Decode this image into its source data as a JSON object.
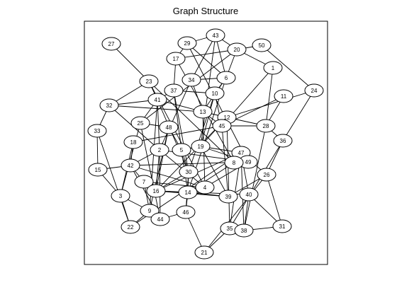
{
  "title": "Graph Structure",
  "nodes": [
    "27",
    "29",
    "43",
    "50",
    "20",
    "17",
    "1",
    "23",
    "34",
    "6",
    "37",
    "10",
    "11",
    "24",
    "32",
    "41",
    "13",
    "12",
    "28",
    "33",
    "25",
    "48",
    "45",
    "18",
    "2",
    "5",
    "19",
    "36",
    "47",
    "49",
    "15",
    "42",
    "30",
    "26",
    "7",
    "3",
    "16",
    "14",
    "39",
    "40",
    "9",
    "46",
    "44",
    "22",
    "35",
    "38",
    "31",
    "21",
    "4",
    "8"
  ],
  "edges": [
    [
      "27",
      "23"
    ],
    [
      "29",
      "17"
    ],
    [
      "29",
      "49"
    ],
    [
      "43",
      "29"
    ],
    [
      "43",
      "20"
    ],
    [
      "43",
      "6"
    ],
    [
      "43",
      "34"
    ],
    [
      "43",
      "19"
    ],
    [
      "50",
      "24"
    ],
    [
      "50",
      "20"
    ],
    [
      "20",
      "17"
    ],
    [
      "20",
      "1"
    ],
    [
      "20",
      "6"
    ],
    [
      "20",
      "25"
    ],
    [
      "17",
      "37"
    ],
    [
      "17",
      "8"
    ],
    [
      "23",
      "41"
    ],
    [
      "23",
      "32"
    ],
    [
      "23",
      "8"
    ],
    [
      "34",
      "13"
    ],
    [
      "34",
      "6"
    ],
    [
      "34",
      "2"
    ],
    [
      "6",
      "10"
    ],
    [
      "6",
      "14"
    ],
    [
      "6",
      "13"
    ],
    [
      "37",
      "10"
    ],
    [
      "37",
      "5"
    ],
    [
      "37",
      "41"
    ],
    [
      "37",
      "30"
    ],
    [
      "10",
      "19"
    ],
    [
      "10",
      "30"
    ],
    [
      "10",
      "45"
    ],
    [
      "11",
      "28"
    ],
    [
      "11",
      "45"
    ],
    [
      "24",
      "36"
    ],
    [
      "24",
      "12"
    ],
    [
      "32",
      "41"
    ],
    [
      "32",
      "33"
    ],
    [
      "32",
      "2"
    ],
    [
      "32",
      "13"
    ],
    [
      "41",
      "2"
    ],
    [
      "41",
      "30"
    ],
    [
      "41",
      "9"
    ],
    [
      "41",
      "13"
    ],
    [
      "13",
      "12"
    ],
    [
      "13",
      "45"
    ],
    [
      "13",
      "4"
    ],
    [
      "12",
      "45"
    ],
    [
      "12",
      "28"
    ],
    [
      "12",
      "16"
    ],
    [
      "12",
      "19"
    ],
    [
      "28",
      "45"
    ],
    [
      "28",
      "36"
    ],
    [
      "28",
      "38"
    ],
    [
      "33",
      "15"
    ],
    [
      "33",
      "22"
    ],
    [
      "25",
      "48"
    ],
    [
      "25",
      "41"
    ],
    [
      "25",
      "3"
    ],
    [
      "25",
      "44"
    ],
    [
      "48",
      "5"
    ],
    [
      "48",
      "16"
    ],
    [
      "48",
      "9"
    ],
    [
      "45",
      "18"
    ],
    [
      "45",
      "1"
    ],
    [
      "18",
      "42"
    ],
    [
      "18",
      "3"
    ],
    [
      "2",
      "4"
    ],
    [
      "2",
      "42"
    ],
    [
      "2",
      "16"
    ],
    [
      "2",
      "49"
    ],
    [
      "5",
      "14"
    ],
    [
      "5",
      "19"
    ],
    [
      "5",
      "30"
    ],
    [
      "19",
      "47"
    ],
    [
      "19",
      "39"
    ],
    [
      "19",
      "49"
    ],
    [
      "36",
      "26"
    ],
    [
      "36",
      "35"
    ],
    [
      "47",
      "26"
    ],
    [
      "47",
      "16"
    ],
    [
      "47",
      "40"
    ],
    [
      "47",
      "35"
    ],
    [
      "47",
      "38"
    ],
    [
      "47",
      "22"
    ],
    [
      "15",
      "3"
    ],
    [
      "15",
      "42"
    ],
    [
      "42",
      "7"
    ],
    [
      "42",
      "4"
    ],
    [
      "42",
      "49"
    ],
    [
      "42",
      "44"
    ],
    [
      "30",
      "16"
    ],
    [
      "30",
      "14"
    ],
    [
      "30",
      "46"
    ],
    [
      "26",
      "39"
    ],
    [
      "26",
      "31"
    ],
    [
      "26",
      "21"
    ],
    [
      "7",
      "4"
    ],
    [
      "7",
      "9"
    ],
    [
      "3",
      "9"
    ],
    [
      "3",
      "22"
    ],
    [
      "16",
      "14"
    ],
    [
      "16",
      "40"
    ],
    [
      "14",
      "46"
    ],
    [
      "14",
      "39"
    ],
    [
      "14",
      "8"
    ],
    [
      "39",
      "16"
    ],
    [
      "39",
      "45"
    ],
    [
      "40",
      "38"
    ],
    [
      "40",
      "31"
    ],
    [
      "9",
      "22"
    ],
    [
      "9",
      "44"
    ],
    [
      "46",
      "21"
    ],
    [
      "46",
      "44"
    ],
    [
      "44",
      "2"
    ],
    [
      "35",
      "38"
    ],
    [
      "35",
      "21"
    ],
    [
      "35",
      "12"
    ],
    [
      "38",
      "31"
    ],
    [
      "4",
      "49"
    ],
    [
      "49",
      "8"
    ],
    [
      "1",
      "28"
    ],
    [
      "23",
      "4"
    ],
    [
      "29",
      "6"
    ]
  ]
}
